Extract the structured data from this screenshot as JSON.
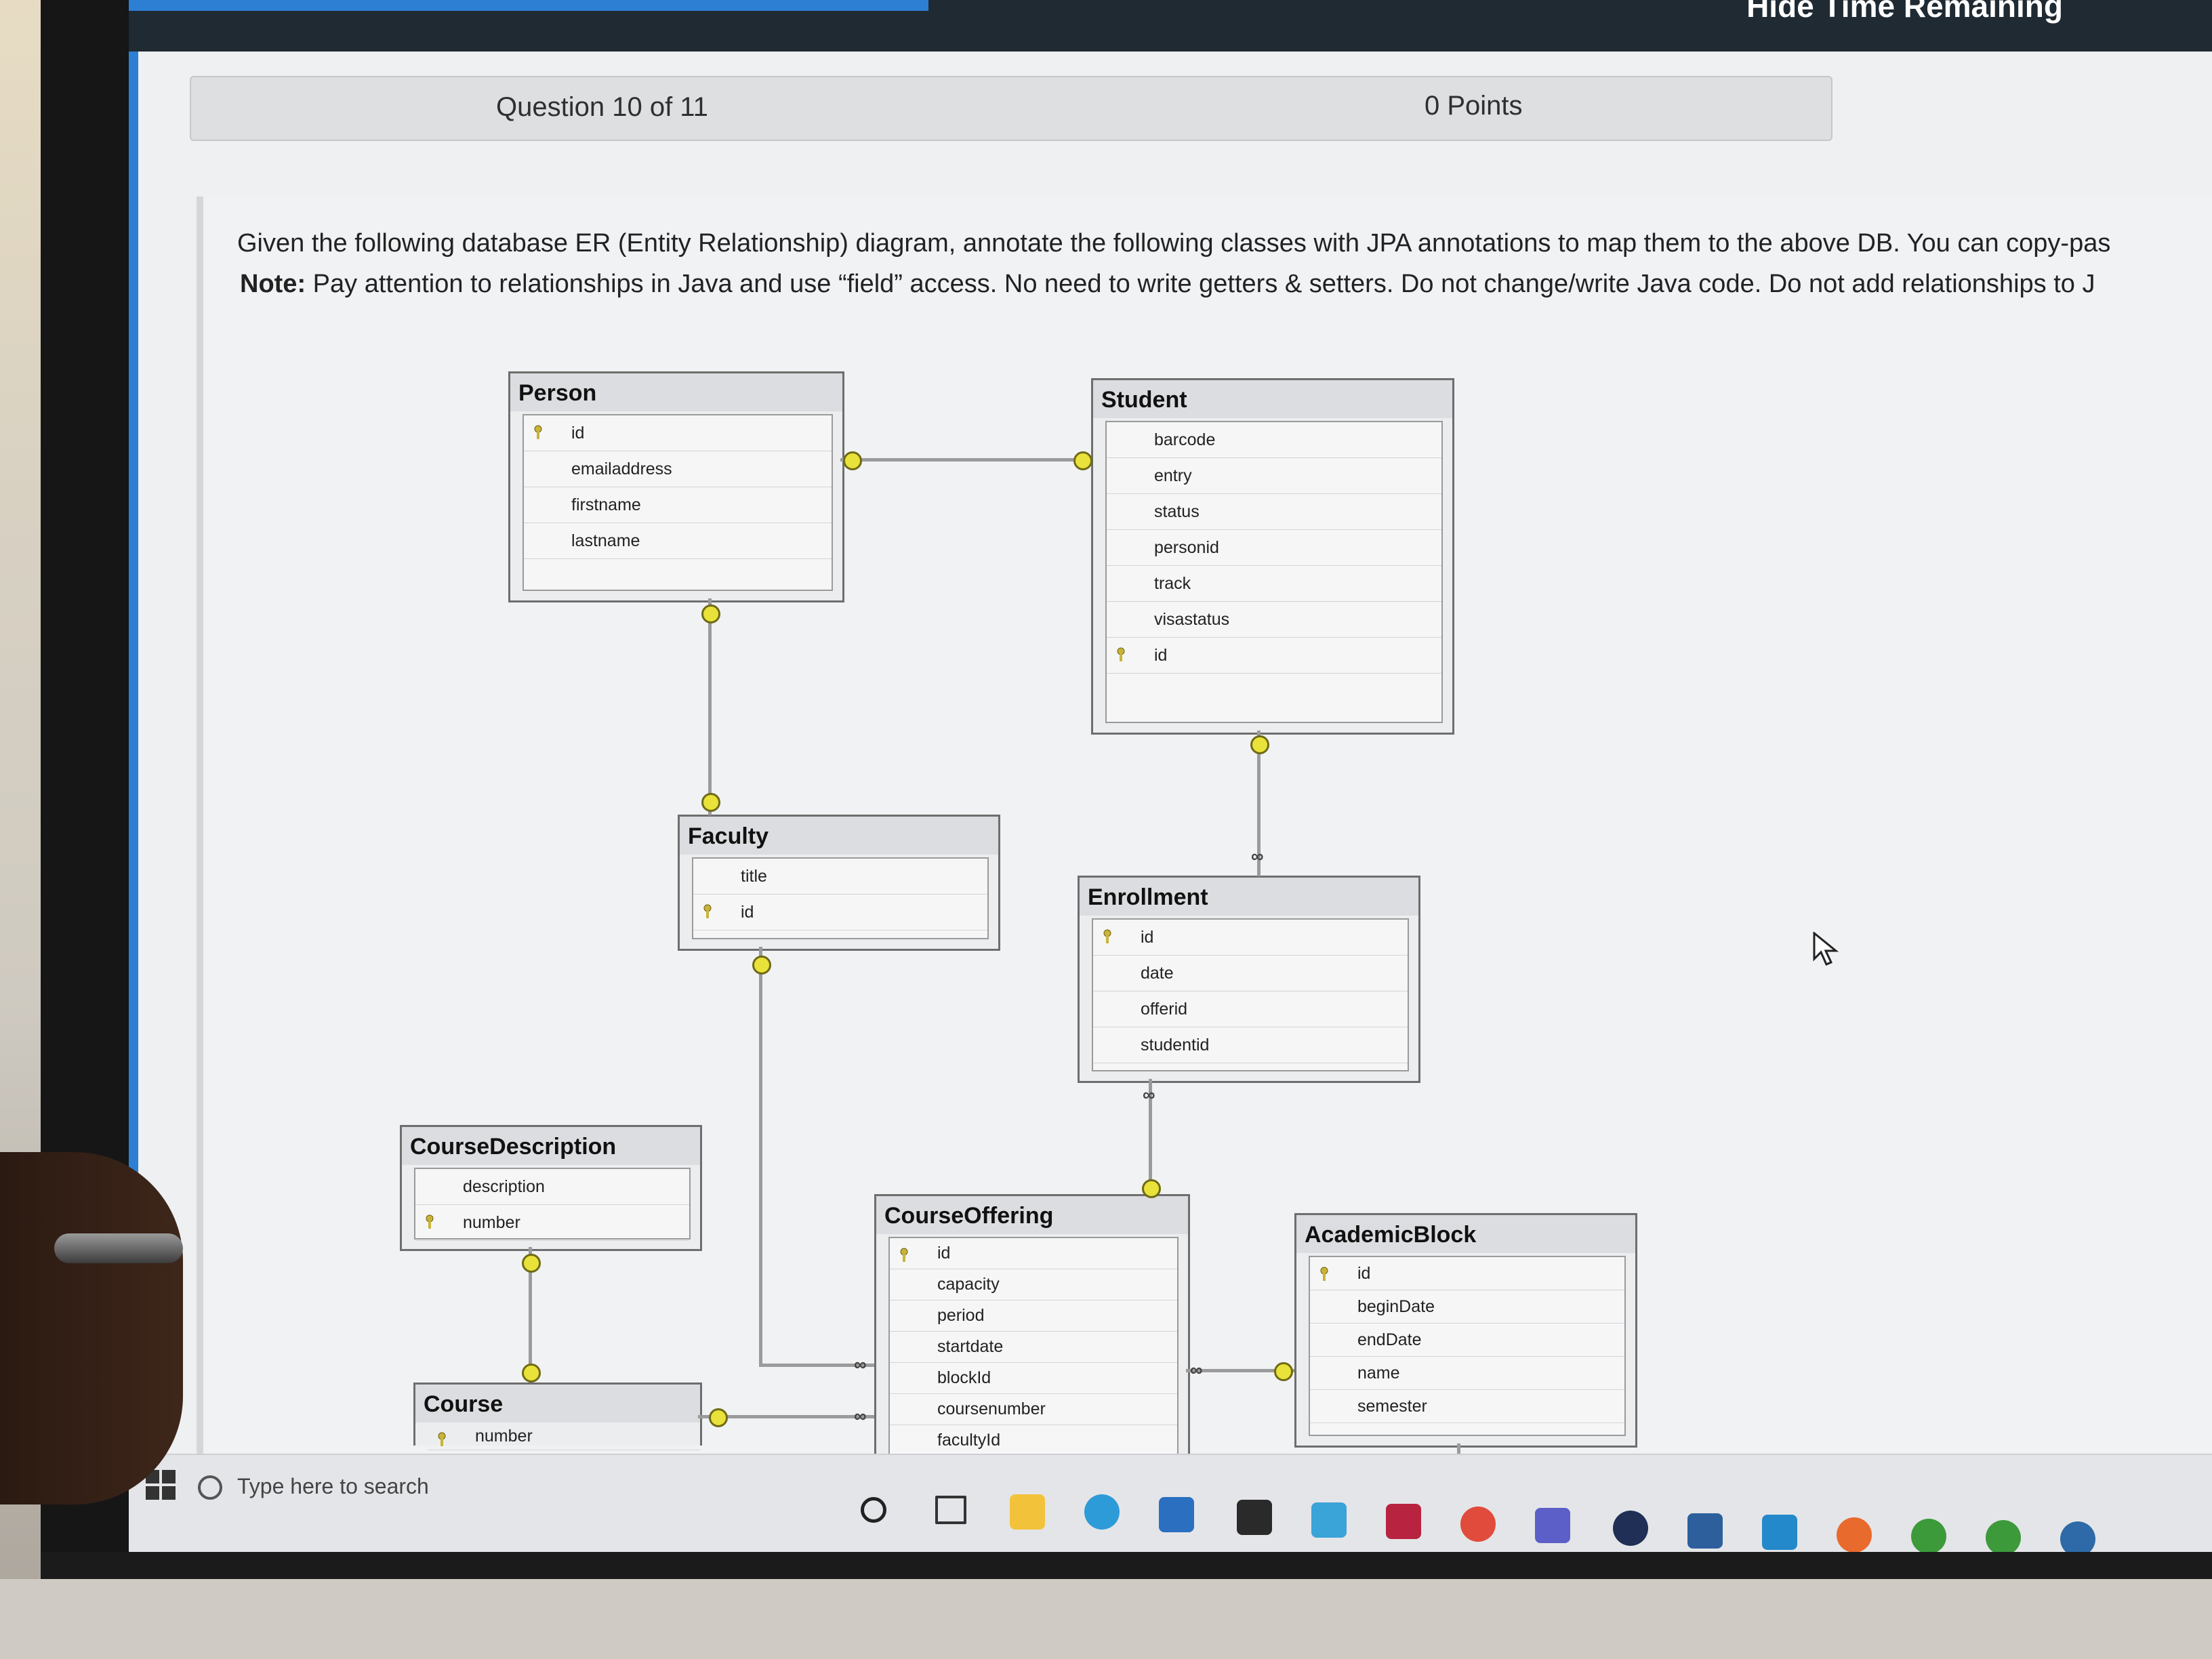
{
  "topbar": {
    "hide_time_label": "Hide Time Remaining"
  },
  "question": {
    "number_label": "Question 10 of 11",
    "points_label": "0 Points"
  },
  "instructions": {
    "line1": "Given the following database ER (Entity Relationship) diagram, annotate the following classes with JPA annotations to map them to the above DB. You can copy-pas",
    "note_label": "Note:",
    "line2": "Pay attention to relationships in Java and use “field” access. No need to write getters & setters. Do not change/write Java code. Do not add relationships to J"
  },
  "er_tables": {
    "person": {
      "title": "Person",
      "columns": [
        "id",
        "emailaddress",
        "firstname",
        "lastname"
      ]
    },
    "student": {
      "title": "Student",
      "columns": [
        "barcode",
        "entry",
        "status",
        "personid",
        "track",
        "visastatus",
        "id"
      ]
    },
    "faculty": {
      "title": "Faculty",
      "columns": [
        "title",
        "id"
      ]
    },
    "enrollment": {
      "title": "Enrollment",
      "columns": [
        "id",
        "date",
        "offerid",
        "studentid"
      ]
    },
    "course_description": {
      "title": "CourseDescription",
      "columns": [
        "description",
        "number"
      ]
    },
    "course_offering": {
      "title": "CourseOffering",
      "columns": [
        "id",
        "capacity",
        "period",
        "startdate",
        "blockId",
        "coursenumber",
        "facultyId"
      ]
    },
    "academic_block": {
      "title": "AcademicBlock",
      "columns": [
        "id",
        "beginDate",
        "endDate",
        "name",
        "semester"
      ]
    },
    "course": {
      "title": "Course",
      "columns": [
        "number"
      ]
    }
  },
  "taskbar": {
    "search_placeholder": "Type here to search"
  },
  "colors": {
    "accent": "#2d7fd3",
    "topbar": "#1f2a33",
    "connector_end": "#e9e23a"
  },
  "icons": [
    "windows-start-icon",
    "search-icon",
    "cortana-icon",
    "task-view-icon",
    "file-explorer-icon",
    "edge-icon",
    "mail-icon",
    "store-icon",
    "snip-icon",
    "app-icon",
    "chrome-icon",
    "teams-icon",
    "app-icon",
    "app-icon",
    "vscode-icon",
    "app-icon",
    "app-icon",
    "app-icon",
    "app-icon"
  ]
}
